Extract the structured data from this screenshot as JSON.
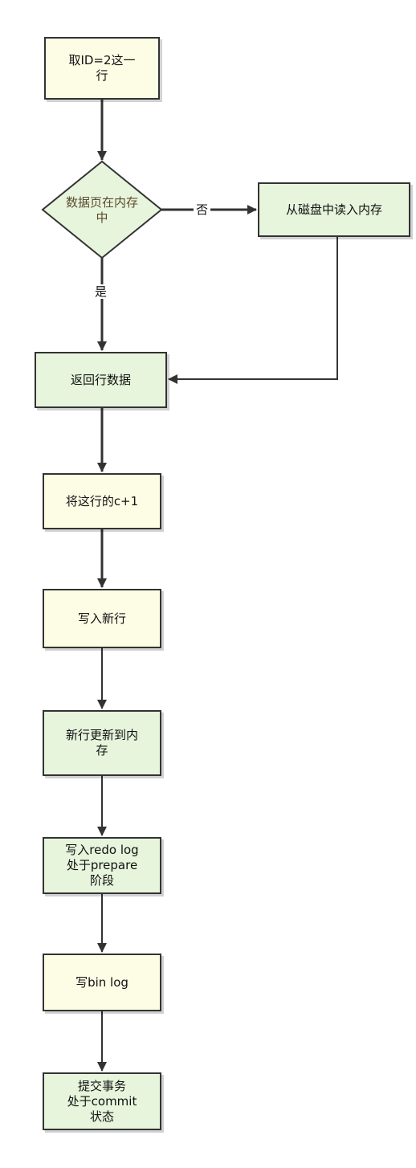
{
  "nodes": {
    "fetch_row": "取ID=2这一\n行",
    "in_memory": "数据页在内存\n中",
    "read_disk": "从磁盘中读入内存",
    "return_row": "返回行数据",
    "increment": "将这行的c+1",
    "write_row": "写入新行",
    "update_memory": "新行更新到内\n存",
    "redo_prepare": "写入redo log\n处于prepare\n阶段",
    "write_binlog": "写bin log",
    "commit": "提交事务\n处于commit\n状态"
  },
  "edge_labels": {
    "no": "否",
    "yes": "是"
  },
  "colors": {
    "process_fill": "#fdfde6",
    "highlight_fill": "#e6f5dc",
    "stroke": "#333333"
  }
}
